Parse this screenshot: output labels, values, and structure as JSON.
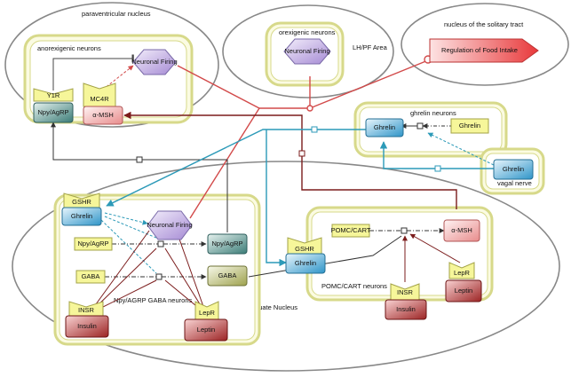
{
  "regions": {
    "paraventricular": "paraventricular nucleus",
    "anorexigenic": "anorexigenic neurons",
    "orexigenic": "orexigenic neurons",
    "lhpf": "LH/PF Area",
    "solitary": "nucleus of the solitary tract",
    "ghrelin_neurons": "ghrelin neurons",
    "vagal": "vagal nerve",
    "arcuate": "Arcuate Nucleus",
    "npy_gaba": "Npy/AGRP GABA neurons",
    "pomc_neurons": "POMC/CART neurons"
  },
  "nodes": {
    "pvn_firing": "Neuronal Firing",
    "y1r": "Y1R",
    "pvn_npy": "Npy/AgRP",
    "mc4r": "MC4R",
    "pvn_amsh": "α-MSH",
    "lh_firing": "Neuronal Firing",
    "food_intake": "Regulation of Food Intake",
    "ghr_ghrelin": "Ghrelin",
    "ghr_src": "Ghrelin",
    "vagal_ghrelin": "Ghrelin",
    "gshr1": "GSHR",
    "arc_ghrelin1": "Ghrelin",
    "arc_firing": "Neuronal Firing",
    "npy_box": "Npy/AgRP",
    "npy_out": "Npy/AgRP",
    "gaba_box": "GABA",
    "gaba_out": "GABA",
    "insr1": "INSR",
    "insulin1": "Insulin",
    "lepr1": "LepR",
    "leptin1": "Leptin",
    "gshr2": "GSHR",
    "arc_ghrelin2": "Ghrelin",
    "pomc_box": "POMC/CART",
    "pomc_amsh": "α-MSH",
    "lepr2": "LepR",
    "leptin2": "Leptin",
    "insr2": "INSR",
    "insulin2": "Insulin"
  }
}
